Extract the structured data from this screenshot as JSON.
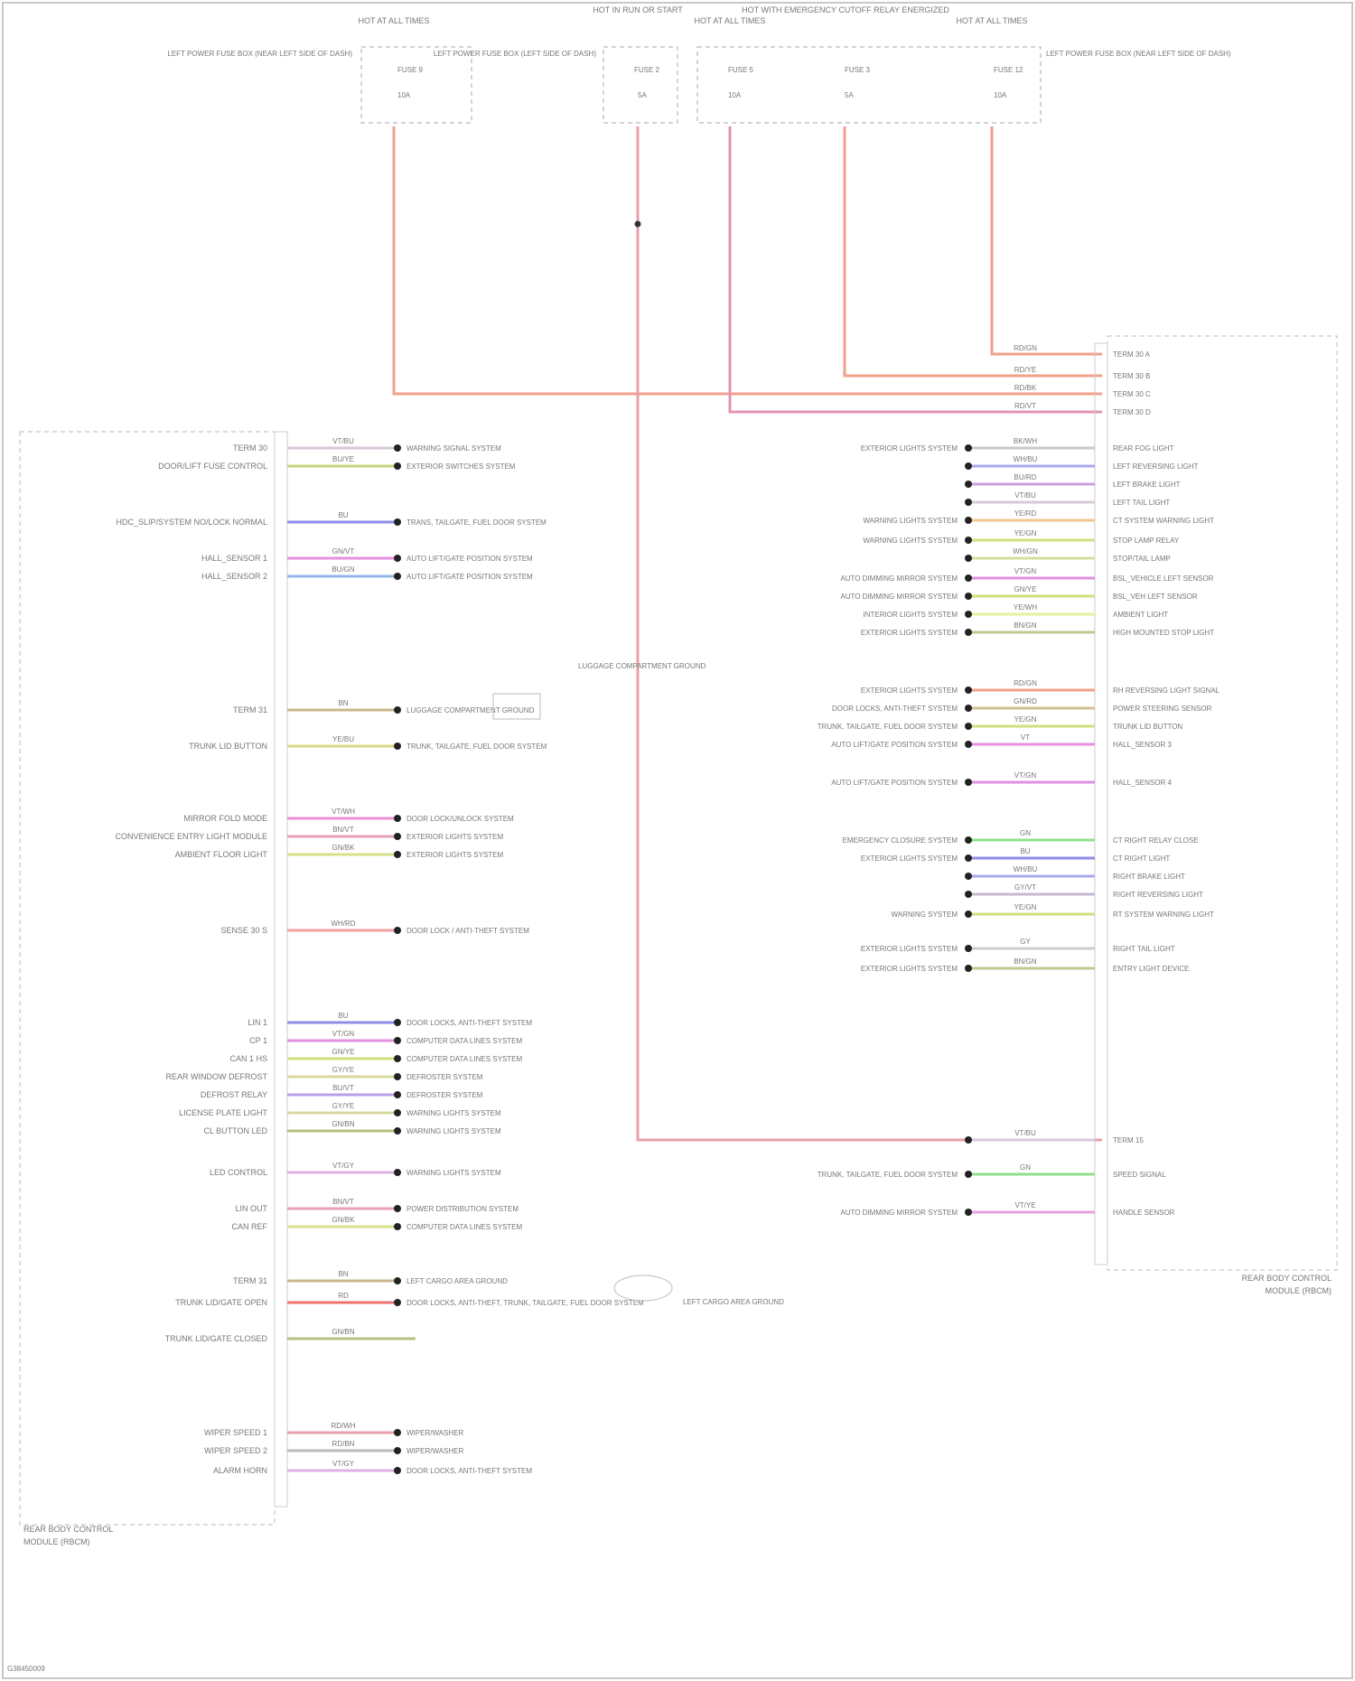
{
  "diagram_id": "G38450009",
  "colors": {
    "wire_colors": {
      "RD/GN": "#f2a08a",
      "RD/YE": "#f2a08a",
      "RD/BK": "#f2a08a",
      "RD/VT": "#e493b4",
      "RD/WH": "#e9a0aa",
      "RD/BU": "#e49bb0",
      "VT/BU": "#d9c8d9",
      "BU/YE": "#c9d27a",
      "BU": "#8f8ce8",
      "GN/VT": "#e78fe2",
      "BU/GN": "#94b5e8",
      "BN": "#c9b88b",
      "YE/BU": "#d9d98a",
      "VT/WH": "#e98fd6",
      "BN/VT": "#e6a0b8",
      "GN/BK": "#d9e08b",
      "WH/RD": "#f0a0a0",
      "BU/VT": "#b8a0e6",
      "GN/YE": "#cfe07a",
      "GY/YE": "#d8d8a0",
      "VT/GN": "#e090e0",
      "RD": "#f07070",
      "GN/BN": "#b8c080",
      "BN/WH": "#e0a0b0",
      "VT/OG": "#e8a0d8",
      "BK/WH": "#c8c8c8",
      "WH/BU": "#a8a8f0",
      "BU/RD": "#c8a0e0",
      "YE/RD": "#f0c890",
      "YE/GN": "#cfe080",
      "WH/GN": "#d0e0a0",
      "GY/VT": "#c8b8d0",
      "GN/RD": "#d0c090",
      "GN": "#90e090",
      "BN/GN": "#c0c890",
      "GY": "#cccccc",
      "VT/YE": "#e8a0e0",
      "BN/BK": "#c0a8a0",
      "YE/WH": "#e8f0a0",
      "VT": "#e890e0",
      "VT/GY": "#e0b0e0"
    }
  },
  "fuses": {
    "left_fuse_title": "HOT AT ALL TIMES",
    "left_fuse_desc": "LEFT POWER FUSE BOX (NEAR LEFT SIDE OF DASH)",
    "left_fuse_label": "FUSE 9",
    "left_fuse_amp": "10A",
    "center_title": "HOT IN RUN OR START",
    "center_desc": "LEFT POWER FUSE BOX (LEFT SIDE OF DASH)",
    "center_fuse_label": "FUSE 2",
    "center_fuse_amp": "5A",
    "right_title_1": "HOT AT ALL TIMES",
    "right_title_2": "HOT WITH EMERGENCY CUTOFF RELAY ENERGIZED",
    "right_title_3": "HOT AT ALL TIMES",
    "right_fuse_1_label": "FUSE 5",
    "right_fuse_1_amp": "10A",
    "right_fuse_2_label": "FUSE 3",
    "right_fuse_2_amp": "5A",
    "right_fuse_3_label": "FUSE 12",
    "right_fuse_3_amp": "10A",
    "right_desc": "LEFT POWER FUSE BOX (NEAR LEFT SIDE OF DASH)"
  },
  "left_module": {
    "caption_1": "REAR BODY CONTROL",
    "caption_2": "MODULE (RBCM)",
    "pins": [
      {
        "label": "TERM 30",
        "wire": "VT/BU",
        "dest": "WARNING SIGNAL SYSTEM"
      },
      {
        "label": "DOOR/LIFT FUSE CONTROL",
        "wire": "BU/YE",
        "dest": "EXTERIOR SWITCHES SYSTEM"
      },
      {
        "label": "HDC_SLIP/SYSTEM NO/LOCK NORMAL",
        "wire": "BU",
        "dest": "TRANS, TAILGATE, FUEL DOOR SYSTEM"
      },
      {
        "label": "HALL_SENSOR 1",
        "wire": "GN/VT",
        "dest": "AUTO LIFT/GATE POSITION SYSTEM"
      },
      {
        "label": "HALL_SENSOR 2",
        "wire": "BU/GN",
        "dest": "AUTO LIFT/GATE POSITION SYSTEM"
      },
      {
        "label": "TERM 31",
        "wire": "BN",
        "dest": "LUGGAGE COMPARTMENT GROUND"
      },
      {
        "label": "TRUNK LID BUTTON",
        "wire": "YE/BU",
        "dest": "TRUNK, TAILGATE, FUEL DOOR SYSTEM"
      },
      {
        "label": "MIRROR FOLD MODE",
        "wire": "VT/WH",
        "dest": "DOOR LOCK/UNLOCK SYSTEM"
      },
      {
        "label": "CONVENIENCE ENTRY LIGHT MODULE",
        "wire": "BN/VT",
        "dest": "EXTERIOR LIGHTS SYSTEM"
      },
      {
        "label": "AMBIENT FLOOR LIGHT",
        "wire": "GN/BK",
        "dest": "EXTERIOR LIGHTS SYSTEM"
      },
      {
        "label": "SENSE 30 S",
        "wire": "WH/RD",
        "dest": "DOOR LOCK / ANTI-THEFT SYSTEM"
      },
      {
        "label": "LIN 1",
        "wire": "BU",
        "dest": "DOOR LOCKS, ANTI-THEFT SYSTEM"
      },
      {
        "label": "CP 1",
        "wire": "VT/GN",
        "dest": "COMPUTER DATA LINES SYSTEM"
      },
      {
        "label": "CAN 1 HS",
        "wire": "GN/YE",
        "dest": "COMPUTER DATA LINES SYSTEM"
      },
      {
        "label": "REAR WINDOW DEFROST",
        "wire": "GY/YE",
        "dest": "DEFROSTER SYSTEM"
      },
      {
        "label": "DEFROST RELAY",
        "wire": "BU/VT",
        "dest": "DEFROSTER SYSTEM"
      },
      {
        "label": "LICENSE PLATE LIGHT",
        "wire": "GY/YE",
        "dest": "WARNING LIGHTS SYSTEM"
      },
      {
        "label": "CL BUTTON LED",
        "wire": "GN/BN",
        "dest": "WARNING LIGHTS SYSTEM"
      },
      {
        "label": "LED CONTROL",
        "wire": "VT/GY",
        "dest": "WARNING LIGHTS SYSTEM"
      },
      {
        "label": "LIN OUT",
        "wire": "BN/VT",
        "dest": "POWER DISTRIBUTION SYSTEM"
      },
      {
        "label": "CAN REF",
        "wire": "GN/BK",
        "dest": "COMPUTER DATA LINES SYSTEM"
      },
      {
        "label": "TERM 31",
        "wire": "BN",
        "dest": "LEFT CARGO AREA GROUND"
      },
      {
        "label": "TRUNK LID/GATE OPEN",
        "wire": "RD",
        "dest": "DOOR LOCKS, ANTI-THEFT, TRUNK, TAILGATE, FUEL DOOR SYSTEM"
      },
      {
        "label": "TRUNK LID/GATE CLOSED",
        "wire": "GN/BN",
        "dest": ""
      },
      {
        "label": "WIPER SPEED 1",
        "wire": "RD/WH",
        "dest": "WIPER/WASHER"
      },
      {
        "label": "WIPER SPEED 2",
        "wire": "RD/BN",
        "dest": "WIPER/WASHER"
      },
      {
        "label": "ALARM HORN",
        "wire": "VT/GY",
        "dest": "DOOR LOCKS, ANTI-THEFT SYSTEM"
      }
    ]
  },
  "right_module": {
    "caption_1": "REAR BODY CONTROL",
    "caption_2": "MODULE (RBCM)",
    "power_pins": [
      "TERM 30 A",
      "TERM 30 B",
      "TERM 30 C",
      "TERM 30 D"
    ],
    "power_wires": [
      "RD/GN",
      "RD/YE",
      "RD/BK",
      "RD/VT"
    ],
    "pins": [
      {
        "label": "REAR FOG LIGHT",
        "wire": "BK/WH",
        "dest": "EXTERIOR LIGHTS SYSTEM"
      },
      {
        "label": "LEFT REVERSING LIGHT",
        "wire": "WH/BU",
        "dest": ""
      },
      {
        "label": "LEFT BRAKE LIGHT",
        "wire": "BU/RD",
        "dest": ""
      },
      {
        "label": "LEFT TAIL LIGHT",
        "wire": "VT/BU",
        "dest": ""
      },
      {
        "label": "CT SYSTEM WARNING LIGHT",
        "wire": "YE/RD",
        "dest": "WARNING LIGHTS SYSTEM"
      },
      {
        "label": "STOP LAMP RELAY",
        "wire": "YE/GN",
        "dest": "WARNING LIGHTS SYSTEM"
      },
      {
        "label": "STOP/TAIL LAMP",
        "wire": "WH/GN",
        "dest": ""
      },
      {
        "label": "BSL_VEHICLE LEFT SENSOR",
        "wire": "VT/GN",
        "dest": "AUTO DIMMING MIRROR SYSTEM"
      },
      {
        "label": "BSL_VEH LEFT SENSOR",
        "wire": "GN/YE",
        "dest": "AUTO DIMMING MIRROR SYSTEM"
      },
      {
        "label": "AMBIENT LIGHT",
        "wire": "YE/WH",
        "dest": "INTERIOR LIGHTS SYSTEM"
      },
      {
        "label": "HIGH MOUNTED STOP LIGHT",
        "wire": "BN/GN",
        "dest": "EXTERIOR LIGHTS SYSTEM"
      },
      {
        "label": "RH REVERSING LIGHT SIGNAL",
        "wire": "RD/GN",
        "dest": "EXTERIOR LIGHTS SYSTEM"
      },
      {
        "label": "POWER STEERING SENSOR",
        "wire": "GN/RD",
        "dest": "DOOR LOCKS, ANTI-THEFT SYSTEM"
      },
      {
        "label": "TRUNK LID BUTTON",
        "wire": "YE/GN",
        "dest": "TRUNK, TAILGATE, FUEL DOOR SYSTEM"
      },
      {
        "label": "HALL_SENSOR 3",
        "wire": "VT",
        "dest": "AUTO LIFT/GATE POSITION SYSTEM"
      },
      {
        "label": "HALL_SENSOR 4",
        "wire": "VT/GN",
        "dest": "AUTO LIFT/GATE POSITION SYSTEM"
      },
      {
        "label": "CT RIGHT RELAY CLOSE",
        "wire": "GN",
        "dest": "EMERGENCY CLOSURE SYSTEM"
      },
      {
        "label": "CT RIGHT LIGHT",
        "wire": "BU",
        "dest": "EXTERIOR LIGHTS SYSTEM"
      },
      {
        "label": "RIGHT BRAKE LIGHT",
        "wire": "WH/BU",
        "dest": ""
      },
      {
        "label": "RIGHT REVERSING LIGHT",
        "wire": "GY/VT",
        "dest": ""
      },
      {
        "label": "RT SYSTEM WARNING LIGHT",
        "wire": "YE/GN",
        "dest": "WARNING SYSTEM"
      },
      {
        "label": "RIGHT TAIL LIGHT",
        "wire": "GY",
        "dest": "EXTERIOR LIGHTS SYSTEM"
      },
      {
        "label": "ENTRY LIGHT DEVICE",
        "wire": "BN/GN",
        "dest": "EXTERIOR LIGHTS SYSTEM"
      },
      {
        "label": "TERM 15",
        "wire": "VT/BU",
        "dest": ""
      },
      {
        "label": "SPEED SIGNAL",
        "wire": "GN",
        "dest": "TRUNK, TAILGATE, FUEL DOOR SYSTEM"
      },
      {
        "label": "HANDLE SENSOR",
        "wire": "VT/YE",
        "dest": "AUTO DIMMING MIRROR SYSTEM"
      }
    ]
  },
  "luggage_ground": "LUGGAGE COMPARTMENT GROUND",
  "cargo_ground": "LEFT CARGO AREA GROUND"
}
